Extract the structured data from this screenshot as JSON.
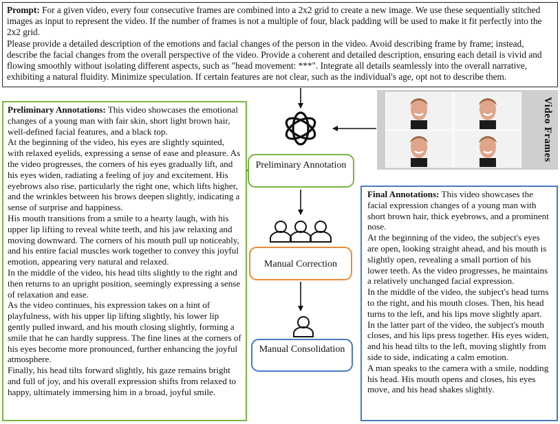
{
  "prompt": {
    "label": "Prompt:",
    "text": " For a given video, every four consecutive frames are combined into a 2x2 grid to create a new image. We use these sequentially stitched images as input to represent the video. If the number of frames is not a multiple of four, black padding will be used to make it fit perfectly into the 2x2 grid.",
    "text2": "Please provide a detailed description of the emotions and facial changes of the person in the video. Avoid describing frame by frame; instead, describe the facial changes from the overall perspective of the video. Provide a coherent and detailed description, ensuring each detail is vivid and flowing smoothly without isolating different aspects, such as \"head movement: ***\". Integrate all details seamlessly into the overall narrative, exhibiting a natural fluidity. Minimize speculation. If certain features are not clear, such as the individual's age, opt not to describe them."
  },
  "video_frames": {
    "label": "Video Frames"
  },
  "stages": {
    "preliminary": "Preliminary Annotation",
    "correction": "Manual Correction",
    "consolidation": "Manual Consolidation"
  },
  "preliminary_annotations": {
    "label": "Preliminary Annotations:",
    "p1": " This video showcases the emotional changes of a young man with fair skin, short light brown hair, well-defined facial features, and a black top.",
    "p2": "At the beginning of the video, his eyes are slightly squinted, with relaxed eyelids, expressing a sense of ease and pleasure. As the video progresses, the corners of his eyes gradually lift, and his eyes widen, radiating a feeling of joy and excitement. His eyebrows also rise, particularly the right one, which lifts higher, and the wrinkles between his brows deepen slightly, indicating a sense of surprise and happiness.",
    "p3": "His mouth transitions from a smile to a hearty laugh, with his upper lip lifting to reveal white teeth, and his jaw relaxing and moving downward. The corners of his mouth pull up noticeably, and his entire facial muscles work together to convey this joyful emotion, appearing very natural and relaxed.",
    "p4": "In the middle of the video, his head tilts slightly to the right and then returns to an upright position, seemingly expressing a sense of relaxation and ease.",
    "p5": "As the video continues, his expression takes on a hint of playfulness, with his upper lip lifting slightly, his lower lip gently pulled inward, and his mouth closing slightly, forming a smile that he can hardly suppress. The fine lines at the corners of his eyes become more pronounced, further enhancing the joyful atmosphere.",
    "p6": "Finally, his head tilts forward slightly, his gaze remains bright and full of joy, and his overall expression shifts from relaxed to happy, ultimately immersing him in a broad, joyful smile."
  },
  "final_annotations": {
    "label": "Final Annotations:",
    "p1": " This video showcases the facial expression changes of a young man with short brown hair, thick eyebrows, and a prominent nose.",
    "p2": "At the beginning of the video, the subject's eyes are open, looking straight ahead, and his mouth is slightly open, revealing a small portion of his lower teeth. As the video progresses, he maintains a relatively unchanged facial expression.",
    "p3": "In the middle of the video, the subject's head turns to the right, and his mouth closes. Then, his head turns to the left, and his lips move slightly apart.",
    "p4": "In the latter part of the video, the subject's mouth closes, and his lips press together. His eyes widen, and his head tilts to the left, moving slightly from side to side, indicating a calm emotion.",
    "p5": "A man speaks to the camera with a smile, nodding his head. His mouth opens and closes, his eyes move, and his head shakes slightly."
  }
}
